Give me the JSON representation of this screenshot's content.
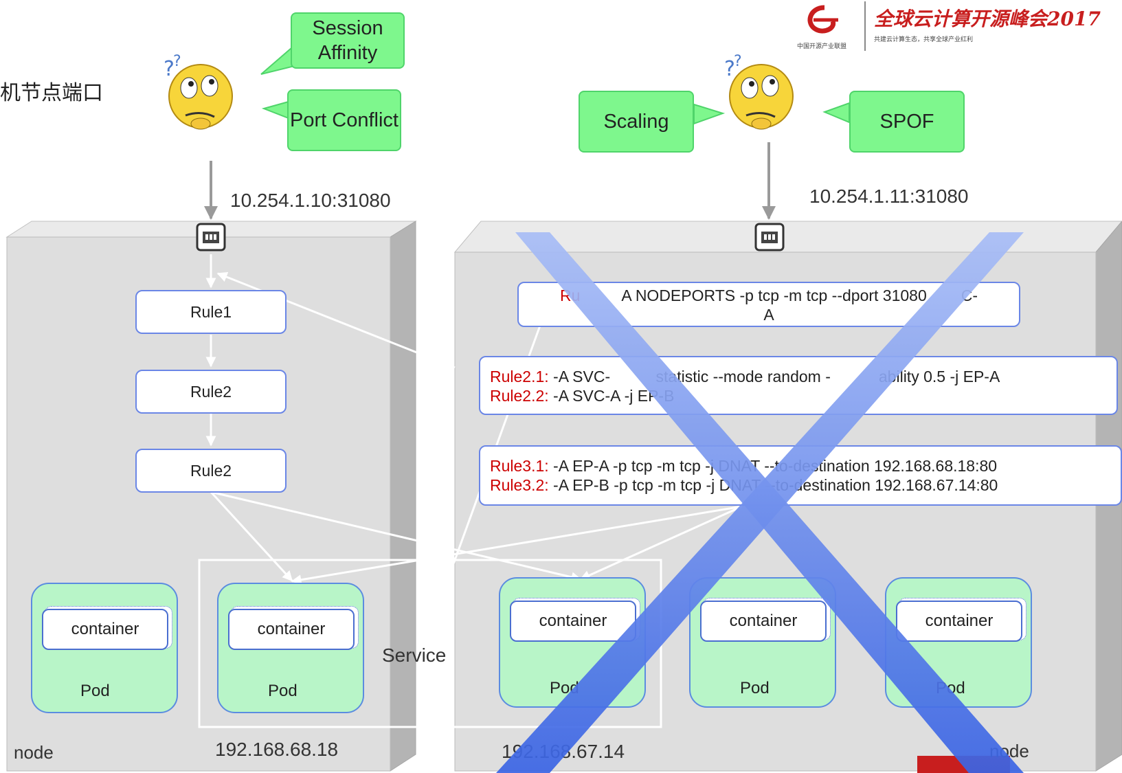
{
  "title_fragment": "机节点端口",
  "logo": {
    "brand_text": "全球云计算开源峰会2017",
    "sub_left": "中国开源产业联盟",
    "sub_right": "共建云计算生态，共享全球产业红利"
  },
  "left_panel": {
    "bubbles": {
      "session_affinity": "Session Affinity",
      "port_conflict": "Port Conflict"
    },
    "address": "10.254.1.10:31080",
    "rules": [
      "Rule1",
      "Rule2",
      "Rule2"
    ],
    "pods": [
      {
        "container": "container",
        "pod": "Pod"
      },
      {
        "container": "container",
        "pod": "Pod"
      }
    ],
    "node_label": "node",
    "pod_ip": "192.168.68.18"
  },
  "right_panel": {
    "bubbles": {
      "scaling": "Scaling",
      "spof": "SPOF"
    },
    "address": "10.254.1.11:31080",
    "rule1": {
      "label": "Ru",
      "text": "A NODEPORTS -p tcp -m tcp --dport 31080",
      "tail": "C-",
      "line2": "A"
    },
    "rule2": {
      "line1_label": "Rule2.1:",
      "line1_text": " -A SVC-",
      "line1_mid": " statistic --mode random -",
      "line1_tail": "ability 0.5 -j EP-A",
      "line2_label": "Rule2.2:",
      "line2_text": " -A SVC-A -j EP-B"
    },
    "rule3": {
      "line1_label": "Rule3.1:",
      "line1_text": " -A EP-A -p tcp -m tcp -j DNAT --to-destination 192.168.68.18:80",
      "line2_label": "Rule3.2:",
      "line2_text": " -A EP-B -p tcp -m tcp -j DNAT --to-destination 192.168.67.14:80"
    },
    "pods": [
      {
        "container": "container",
        "pod": "Pod"
      },
      {
        "container": "container",
        "pod": "Pod"
      },
      {
        "container": "container",
        "pod": "Pod"
      }
    ],
    "node_label": "node",
    "pod_ip": "192.168.67.14"
  },
  "service_label": "Service",
  "colors": {
    "bubble": "#7ef78d",
    "pod": "#b8f5c8",
    "cross": "#4a72e8",
    "rule_label": "#cc0000"
  }
}
